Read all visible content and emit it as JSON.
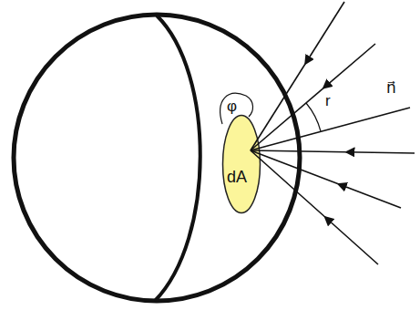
{
  "diagram": {
    "nodes": [
      {
        "text": [
          "dA"
        ]
      }
    ],
    "labels": [
      "φ",
      "n⃗",
      "r"
    ]
  }
}
